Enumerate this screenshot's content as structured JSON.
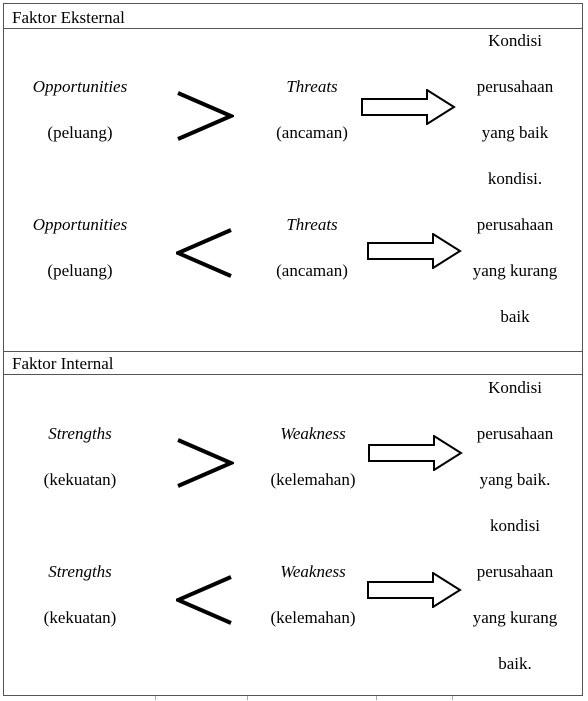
{
  "sections": [
    {
      "title": "Faktor Eksternal",
      "rows": [
        {
          "left_term": "Opportunities",
          "left_trans": "(peluang)",
          "comparator": "greater-than",
          "right_term": "Threats",
          "right_trans": "(ancaman)",
          "result": [
            "Kondisi",
            "perusahaan",
            "yang baik",
            "kondisi."
          ]
        },
        {
          "left_term": "Opportunities",
          "left_trans": "(peluang)",
          "comparator": "less-than",
          "right_term": "Threats",
          "right_trans": "(ancaman)",
          "result": [
            "perusahaan",
            "yang kurang",
            "baik"
          ]
        }
      ]
    },
    {
      "title": "Faktor Internal",
      "rows": [
        {
          "left_term": "Strengths",
          "left_trans": "(kekuatan)",
          "comparator": "greater-than",
          "right_term": "Weakness",
          "right_trans": "(kelemahan)",
          "result": [
            "Kondisi",
            "perusahaan",
            "yang baik.",
            "kondisi"
          ]
        },
        {
          "left_term": "Strengths",
          "left_trans": "(kekuatan)",
          "comparator": "less-than",
          "right_term": "Weakness",
          "right_trans": "(kelemahan)",
          "result": [
            "perusahaan",
            "yang kurang",
            "baik."
          ]
        }
      ]
    }
  ],
  "icons": {
    "greater": "greater-than-icon",
    "less": "less-than-icon",
    "arrow": "right-arrow-icon"
  },
  "colors": {
    "text": "#000000",
    "border": "#555555"
  }
}
